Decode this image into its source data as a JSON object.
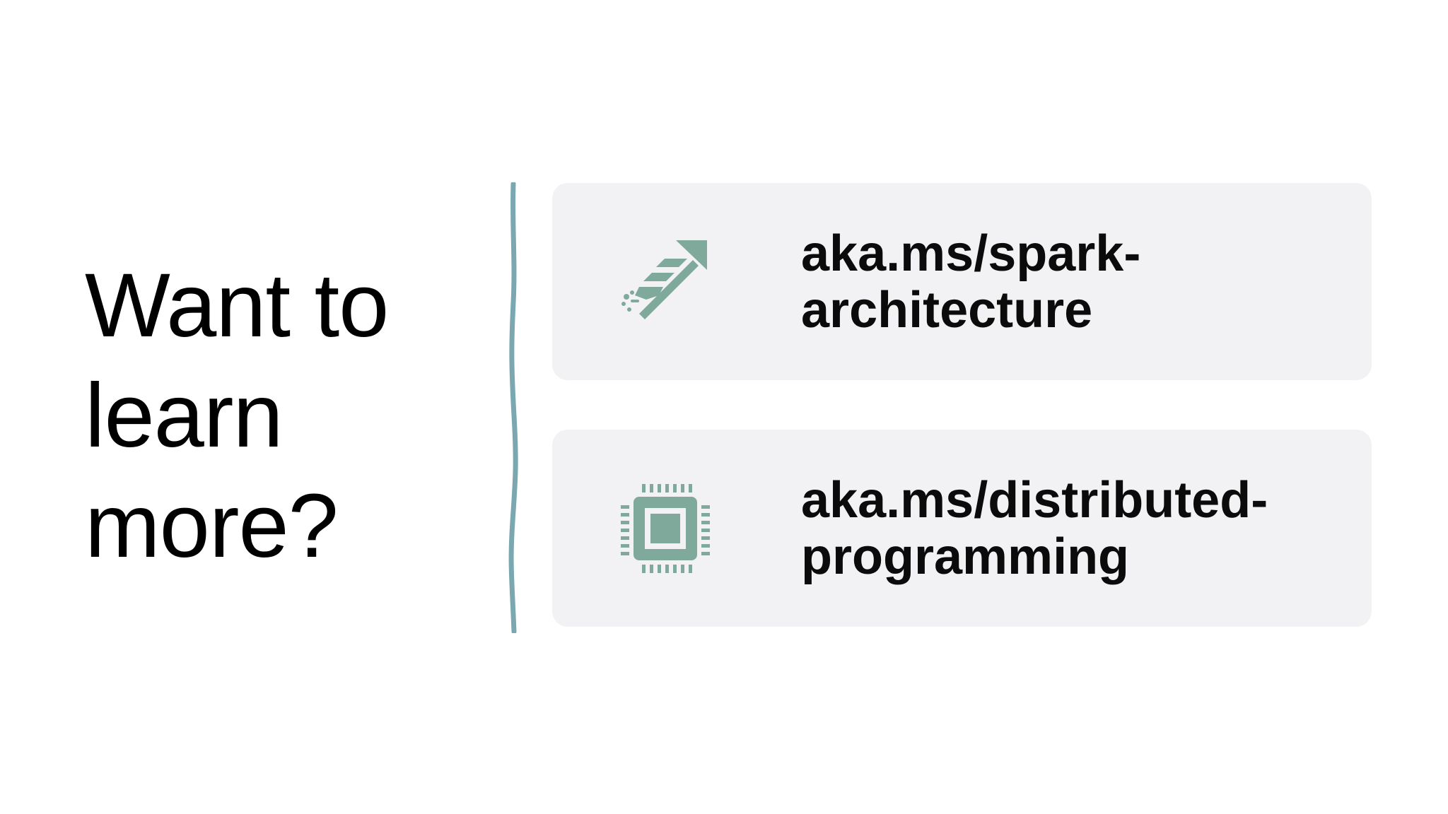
{
  "slide": {
    "heading": [
      "Want to",
      "learn",
      "more?"
    ],
    "links": [
      {
        "icon": "spark-rocket-icon",
        "lines": [
          "aka.ms/spark-",
          "architecture"
        ]
      },
      {
        "icon": "cpu-chip-icon",
        "lines": [
          "aka.ms/distributed-",
          "programming"
        ]
      }
    ]
  },
  "colors": {
    "accent": "#7fa99b",
    "divider": "#7ba7b0",
    "card_background": "#f2f1f3",
    "text": "#000000"
  }
}
